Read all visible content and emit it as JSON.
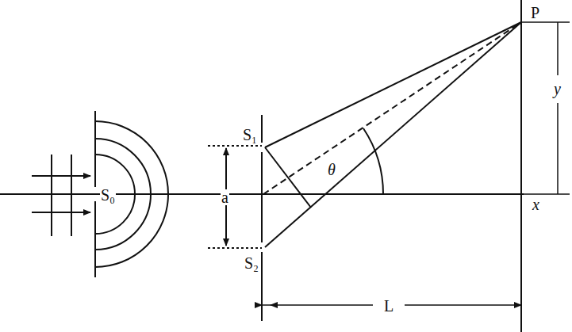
{
  "diagram": {
    "labels": [
      "P",
      "y",
      "x",
      "L",
      "θ",
      "a",
      "S₁",
      "S₂",
      "S₀"
    ]
  }
}
